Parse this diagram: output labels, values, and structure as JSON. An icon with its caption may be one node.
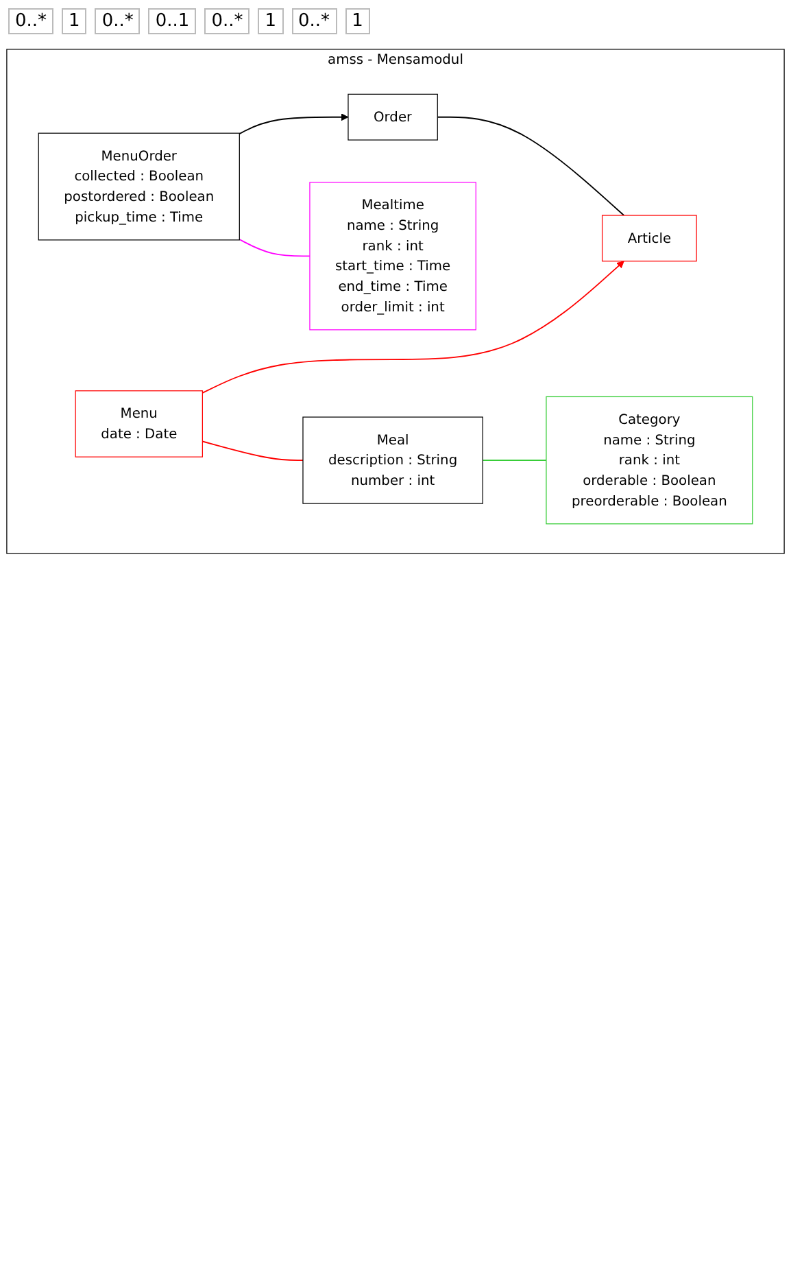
{
  "diagram": {
    "nodes": [
      {
        "text": [
          "amss - Mensamodul"
        ]
      },
      {
        "text": [
          "Order"
        ],
        "in": 0
      },
      {
        "text": [
          "Article"
        ],
        "in": 0
      },
      {
        "text": [
          "MenuOrder",
          "collected : Boolean",
          "postordered : Boolean",
          "pickup_time : Time"
        ],
        "in": 0
      },
      {
        "text": [
          "Menu",
          "date : Date"
        ],
        "in": 0
      },
      {
        "text": [
          "Mealtime",
          "name : String",
          "rank : int",
          "start_time : Time",
          "end_time : Time",
          "order_limit : int"
        ],
        "in": 0
      },
      {
        "text": [
          "Meal",
          "description : String",
          "number : int"
        ],
        "in": 0
      },
      {
        "text": [
          "Category",
          "name : String",
          "rank : int",
          "orderable : Boolean",
          "preorderable : Boolean"
        ],
        "in": 0
      }
    ],
    "edges": [
      {
        "from": 1,
        "to": 2,
        "arrow": "none"
      },
      {
        "from": 3,
        "to": 1,
        "arrow": "to"
      },
      {
        "from": 4,
        "to": 2,
        "arrow": "to",
        "color": "#ff0000"
      },
      {
        "from": 3,
        "to": 5,
        "arrow": "none",
        "color": "#ff00ff"
      },
      {
        "from": 4,
        "to": 6,
        "arrow": "none",
        "color": "#ff0000"
      },
      {
        "from": 6,
        "to": 7,
        "arrow": "none",
        "color": "#33cc33"
      }
    ],
    "labels": [
      "0..*",
      "1",
      "0..*",
      "0..1",
      "0..*",
      "1",
      "0..*",
      "1"
    ]
  }
}
